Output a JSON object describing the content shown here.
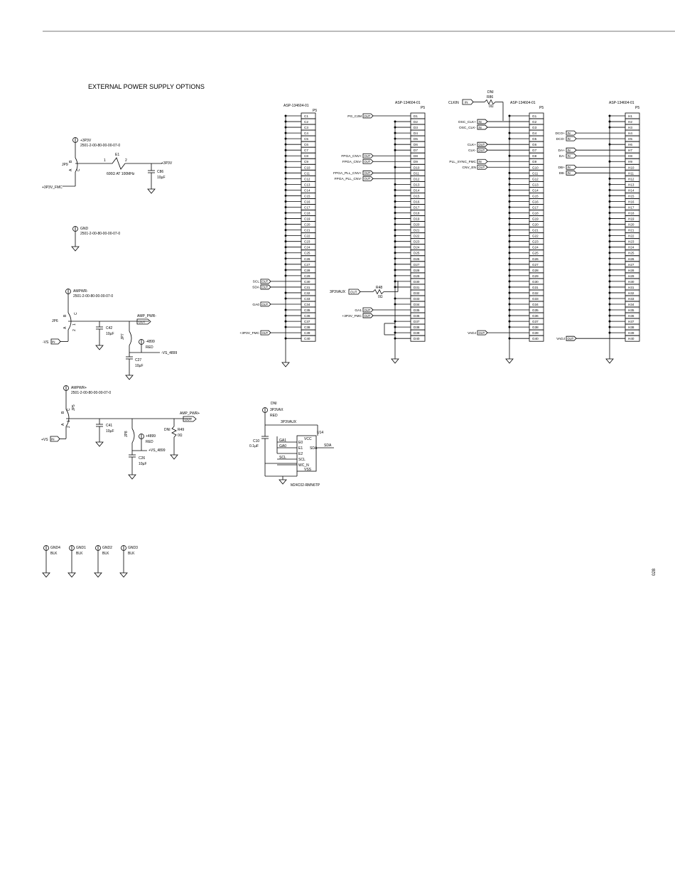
{
  "page": {
    "title": "EXTERNAL POWER SUPPLY OPTIONS",
    "figure_id": "028"
  },
  "connectors": [
    {
      "part": "ASP-134604-01",
      "ref": "P5",
      "prefix": "C"
    },
    {
      "part": "ASP-134604-01",
      "ref": "P5",
      "prefix": "D"
    },
    {
      "part": "ASP-134604-01",
      "ref": "P5",
      "prefix": "G"
    },
    {
      "part": "ASP-134604-01",
      "ref": "P5",
      "prefix": "H"
    }
  ],
  "net_labels": [
    {
      "name": "SCL",
      "dir": "OUT",
      "conn": 0,
      "pin": 30
    },
    {
      "name": "SDA",
      "dir": "OUT",
      "conn": 0,
      "pin": 31
    },
    {
      "name": "GA0",
      "dir": "OUT",
      "conn": 0,
      "pin": 34
    },
    {
      "name": "+3P3V_FMC",
      "dir": "OUT",
      "conn": 0,
      "pin": 39
    },
    {
      "name": "PG_C2M",
      "dir": "OUT",
      "conn": 1,
      "pin": 1
    },
    {
      "name": "FPGA_CNV+",
      "dir": "OUT",
      "conn": 1,
      "pin": 8
    },
    {
      "name": "FPGA_CNV-",
      "dir": "OUT",
      "conn": 1,
      "pin": 9
    },
    {
      "name": "FPGA_PLL_CNV+",
      "dir": "OUT",
      "conn": 1,
      "pin": 11
    },
    {
      "name": "FPGA_PLL_CNV-",
      "dir": "OUT",
      "conn": 1,
      "pin": 12
    },
    {
      "name": "GA1",
      "dir": "OUT",
      "conn": 1,
      "pin": 35
    },
    {
      "name": "+3P3V_FMC",
      "dir": "OUT",
      "conn": 1,
      "pin": 36
    },
    {
      "name": "OSC_CLK+",
      "dir": "IN",
      "conn": 2,
      "pin": 2
    },
    {
      "name": "OSC_CLK-",
      "dir": "IN",
      "conn": 2,
      "pin": 3
    },
    {
      "name": "CLK+",
      "dir": "OUT",
      "conn": 2,
      "pin": 6
    },
    {
      "name": "CLK-",
      "dir": "OUT",
      "conn": 2,
      "pin": 7
    },
    {
      "name": "PLL_SYNC_FMC",
      "dir": "IN",
      "conn": 2,
      "pin": 9
    },
    {
      "name": "CNV_EN",
      "dir": "OUT",
      "conn": 2,
      "pin": 10
    },
    {
      "name": "VADJ",
      "dir": "OUT",
      "conn": 2,
      "pin": 39
    },
    {
      "name": "DCO+",
      "dir": "IN",
      "conn": 3,
      "pin": 4
    },
    {
      "name": "DCO-",
      "dir": "IN",
      "conn": 3,
      "pin": 5
    },
    {
      "name": "DA+",
      "dir": "IN",
      "conn": 3,
      "pin": 7
    },
    {
      "name": "DA-",
      "dir": "IN",
      "conn": 3,
      "pin": 8
    },
    {
      "name": "DB+",
      "dir": "IN",
      "conn": 3,
      "pin": 10
    },
    {
      "name": "DB-",
      "dir": "IN",
      "conn": 3,
      "pin": 11
    },
    {
      "name": "VADJ",
      "dir": "OUT",
      "conn": 3,
      "pin": 40
    }
  ],
  "clkin": {
    "name": "CLKIN",
    "dir": "IN",
    "dni": "DNI",
    "ref": "R86",
    "value": "0Ω"
  },
  "r48": {
    "ref": "R48",
    "value": "0Ω",
    "net": "3P3VAUX",
    "dir": "OUT"
  },
  "jp9": {
    "ref": "JP9",
    "header": "2501-2-00-80-00-00-07-0",
    "rail": "+3P3V",
    "in_net": "+3P3V_FMC",
    "ferrite_ref": "E1",
    "ferrite_value": "600Ω AT 100MHz",
    "cap_ref": "C86",
    "cap_value": "10µF",
    "out_net": "+3P3V",
    "pin_a": "A",
    "pin_b": "B",
    "pin_c": "C",
    "pin_1": "1",
    "pin_2": "2"
  },
  "gnd_tp": {
    "label": "GND",
    "header": "2501-2-00-80-00-00-07-0"
  },
  "jp6": {
    "ref": "JP6",
    "tp_label": "AMPWR-",
    "header": "2501-2-00-80-00-00-07-0",
    "in_net": "-VS",
    "cap_ref": "C42",
    "cap_value": "10µF",
    "jp_ref": "JP7",
    "out_label": "AMP_PWR-",
    "tp_net": "-4899",
    "tp_color": "RED",
    "vs_net": "-VS_4899",
    "cap2_ref": "C27",
    "cap2_value": "10µF",
    "pin_a": "A",
    "pin_b": "B",
    "pin_c": "C",
    "pin_1": "1",
    "pin_2": "2"
  },
  "jp5": {
    "ref": "JP5",
    "tp_label": "AMPWR+",
    "header": "2501-2-00-80-00-00-07-0",
    "in_net": "+VS",
    "cap_ref": "C41",
    "cap_value": "10µF",
    "jp_ref": "JP8",
    "out_label": "AMP_PWR+",
    "tp_net": "+4899",
    "tp_color": "RED",
    "vs_net": "+VS_4899",
    "cap2_ref": "C26",
    "cap2_value": "10µF",
    "dni": "DNI",
    "res_ref": "R49",
    "res_value": "0Ω",
    "pin_a": "A",
    "pin_b": "B",
    "pin_c": "C",
    "pin_1": "1",
    "pin_2": "2"
  },
  "eeprom": {
    "ref": "U14",
    "part": "M24C02-RMN6TP",
    "tp_dni": "DNI",
    "tp_net": "3P3VAX",
    "tp_color": "RED",
    "rail": "3P3VAUX",
    "cap_ref": "C10",
    "cap_value": "0.1µF",
    "pins_left": [
      "E0",
      "E1",
      "E2",
      "SCL",
      "WC_N"
    ],
    "nets_left": [
      "GA1",
      "GA0",
      "",
      "SCL",
      ""
    ],
    "pin_vcc": "VCC",
    "pin_vss": "VSS",
    "pin_sda": "SDA",
    "sda_net": "SDA"
  },
  "gnd_points": [
    {
      "name": "GND4",
      "color": "BLK"
    },
    {
      "name": "GND1",
      "color": "BLK"
    },
    {
      "name": "GND2",
      "color": "BLK"
    },
    {
      "name": "GND3",
      "color": "BLK"
    }
  ]
}
